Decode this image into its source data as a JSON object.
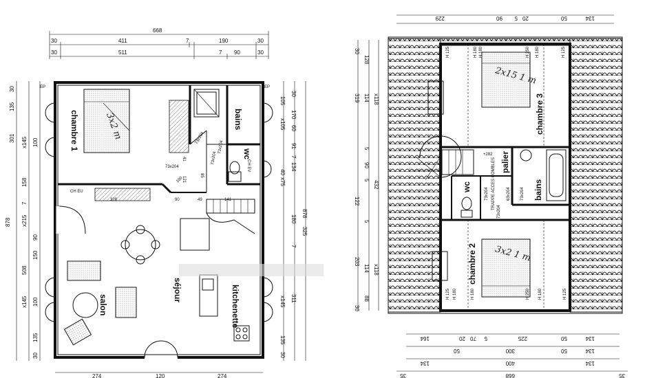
{
  "ground_floor": {
    "top_dims": {
      "total": "668",
      "seg1": "30",
      "seg2": "411",
      "seg3": "7",
      "seg4": "190",
      "seg5": "30",
      "seg6": "30",
      "seg7": "511",
      "seg8": "7",
      "seg9": "90",
      "seg10": "30"
    },
    "bottom_dims": {
      "a": "274",
      "b": "120",
      "c": "274"
    },
    "left_dims": {
      "a": "30",
      "b": "135",
      "c": "301",
      "d": "x145",
      "e": "100",
      "f": "158",
      "g": "7",
      "h": "x215",
      "i": "90",
      "j": "150",
      "k": "508",
      "l": "x145",
      "m": "100",
      "n": "135",
      "o": "30",
      "total": "878"
    },
    "right_dims": {
      "a": "30",
      "b": "105",
      "c": "170",
      "d": "x105",
      "e": "60",
      "f": "91",
      "g": "7",
      "h": "40",
      "i": "x75",
      "j": "134",
      "k": "325",
      "l": "180",
      "m": "7",
      "n": "x145",
      "o": "311",
      "p": "135",
      "q": "30",
      "total": "878"
    },
    "rooms": {
      "chambre1": "chambre 1",
      "bains": "bains",
      "wc": "wc",
      "salon": "salon",
      "sejour": "séjour",
      "kitchenette": "kitchenette"
    },
    "labels": {
      "ep_left": "EP",
      "ep_right": "EP",
      "ch_eu": "CH EU",
      "ch_ev": "CH EV",
      "wardrobe_width": "328",
      "hall": "73x204",
      "door_a": "121",
      "door_b": "100",
      "door_c": "41",
      "dim_90": "90",
      "dim_49": "49",
      "dim_141": "141",
      "dim_85": "85",
      "door_label1": "73x204",
      "door_label2": "73x204",
      "door_label3": "73x204"
    },
    "handwriting": "3x2 m"
  },
  "upper_floor": {
    "top_dims": {
      "a": "229",
      "b": "90",
      "c": "5",
      "d": "50",
      "e": "134",
      "f": "20"
    },
    "bottom_dims": {
      "a": "164",
      "b": "20",
      "c": "70",
      "d": "5",
      "e": "225",
      "f": "50",
      "g": "134",
      "h": "50",
      "i": "300",
      "j": "50",
      "k": "134",
      "l": "134",
      "m": "400",
      "n": "134",
      "o": "35",
      "p": "668",
      "q": "35"
    },
    "left_dims": {
      "a": "30",
      "b": "128",
      "c": "114",
      "d": "x118",
      "e": "319",
      "f": "5",
      "g": "90",
      "h": "5",
      "i": "432",
      "j": "122",
      "k": "5",
      "l": "203",
      "m": "114",
      "n": "x118",
      "o": "88",
      "p": "30"
    },
    "rooms": {
      "chambre3": "chambre 3",
      "chambre2": "chambre 2",
      "bains": "bains",
      "wc": "wc",
      "palier": "palier"
    },
    "heights": {
      "h125a": "H 125",
      "h180a": "H 180",
      "h180b": "H 180",
      "h250a": "H 250",
      "h180c": "H 180",
      "h125b": "H 125",
      "h180d": "H 180",
      "h180e": "H 180",
      "h250b": "H 250",
      "h180f": "H 180",
      "h125c": "H 125",
      "h125d": "H 125"
    },
    "labels": {
      "trappe": "TRAPPE ACCES COMBLES",
      "plus282": "+282",
      "door1": "73x204",
      "door2": "73x204",
      "door3": "63x204",
      "door4": "73x204"
    },
    "handwriting1": "2x15 1 m",
    "handwriting2": "3x2 1 m"
  }
}
